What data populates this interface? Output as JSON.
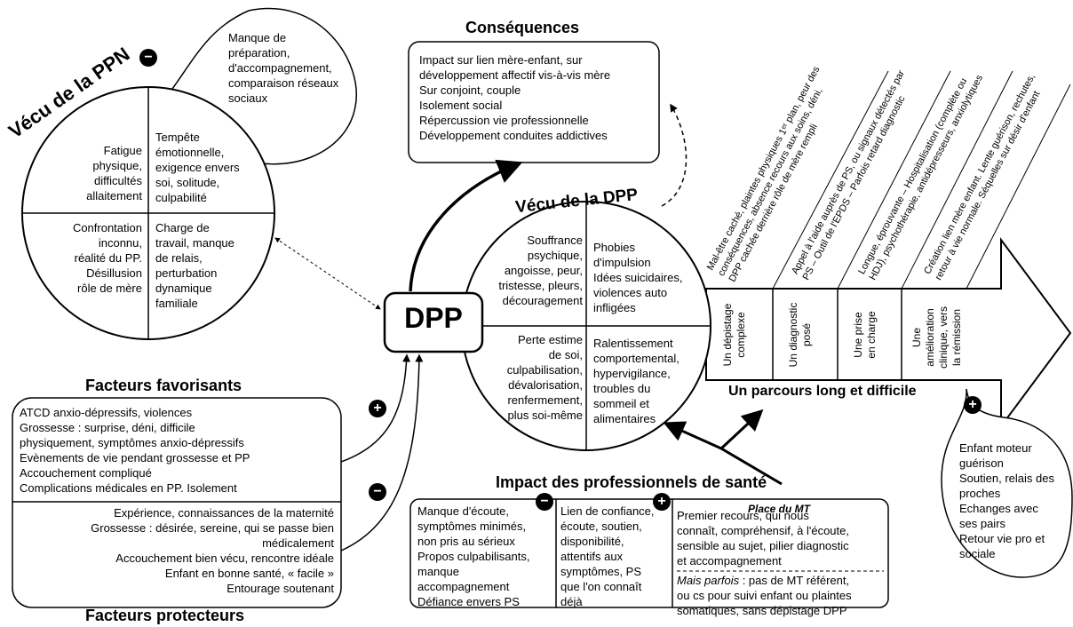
{
  "ppn": {
    "title": "Vécu de la PPN",
    "negative_bubble": "Manque de\npréparation,\nd'accompagnement,\ncomparaison réseaux\nsociaux",
    "quadrants": {
      "top_left": "Fatigue\nphysique,\ndifficultés\nallaitement",
      "top_right": "Tempête\némotionnelle,\nexigence envers\nsoi, solitude,\nculpabilité",
      "bottom_left": "Confrontation\ninconnu,\nréalité du PP.\nDésillusion\nrôle de mère",
      "bottom_right": "Charge de\ntravail, manque\nde relais,\nperturbation\ndynamique\nfamiliale"
    }
  },
  "consequences": {
    "title": "Conséquences",
    "text": "Impact sur lien mère-enfant, sur\ndéveloppement affectif vis-à-vis mère\nSur conjoint, couple\nIsolement social\nRépercussion vie professionnelle\nDéveloppement conduites addictives"
  },
  "center": {
    "label": "DPP"
  },
  "dpp": {
    "title": "Vécu de la DPP",
    "quadrants": {
      "top_left": "Souffrance\npsychique,\nangoisse, peur,\ntristesse, pleurs,\ndécouragement",
      "top_right": "Phobies\nd'impulsion\nIdées suicidaires,\nviolences auto\ninfligées",
      "bottom_left": "Perte estime\nde soi,\nculpabilisation,\ndévalorisation,\nrenfermement,\nplus soi-même",
      "bottom_right": "Ralentissement\ncomportemental,\nhypervigilance,\ntroubles du\nsommeil et\nalimentaires"
    }
  },
  "parcours": {
    "title": "Un parcours long et difficile",
    "steps": [
      "Un dépistage\ncomplexe",
      "Un diagnostic\nposé",
      "Une prise\nen charge",
      "Une\namélioration\nclinique, vers\nla rémission"
    ],
    "details": [
      "Mal-être caché, plaintes physiques 1ᵉʳ plan, peur des\nconséquences, absence recours aux soins, déni,\nDPP cachée derrière rôle de mère rempli",
      "Appel à l'aide auprès de PS, ou signaux détectés par\nPS – Outil de l'EPDS – Parfois retard diagnostic",
      "Longue, éprouvante – Hospitalisation (complète ou\nHDJ), psychothérapie, antidépresseurs, anxiolytiques",
      "Création lien mère enfant. Lente guérison, rechutes,\nretour à vie normale. Séquelles sur désir d'enfant"
    ],
    "positive_bubble": "Enfant moteur\nguérison\nSoutien, relais des\nproches\nEchanges avec\nses pairs\nRetour vie pro et\nsociale"
  },
  "facteurs_favorisants": {
    "title": "Facteurs favorisants",
    "text": "ATCD anxio-dépressifs, violences\nGrossesse : surprise, déni, difficile\nphysiquement, symptômes anxio-dépressifs\nEvènements de vie pendant grossesse et PP\nAccouchement compliqué\nComplications médicales en PP. Isolement"
  },
  "facteurs_protecteurs": {
    "title": "Facteurs protecteurs",
    "text": "Expérience, connaissances de la maternité\nGrossesse : désirée, sereine, qui se passe bien\nmédicalement\nAccouchement bien vécu, rencontre idéale\nEnfant en bonne santé, « facile »\nEntourage soutenant"
  },
  "impact_ps": {
    "title": "Impact des professionnels de santé",
    "negative": "Manque d'écoute,\nsymptômes minimés,\nnon pris au sérieux\nPropos culpabilisants,\nmanque\naccompagnement\nDéfiance envers PS",
    "positive": "Lien de confiance,\nécoute, soutien,\ndisponibilité,\nattentifs aux\nsymptômes, PS\nque l'on connaît\ndéjà",
    "mt_title": "Place du MT",
    "mt_text": "Premier recours, qui nous\nconnaît, compréhensif, à l'écoute,\nsensible au sujet, pilier diagnostic\net accompagnement",
    "mt_but_label": "Mais parfois",
    "mt_but_text": " : pas de MT référent,\nou cs pour suivi enfant ou plaintes\nsomatiques, sans dépistage DPP"
  },
  "signs": {
    "minus": "−",
    "plus": "+"
  }
}
